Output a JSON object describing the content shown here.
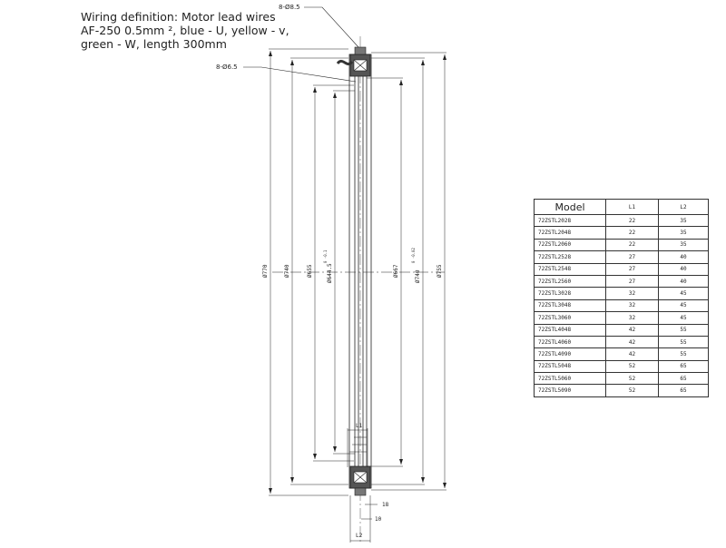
{
  "wiring_note": {
    "line1": "Wiring definition: Motor lead wires",
    "line2": "AF-250 0.5mm ², blue - U, yellow - v,",
    "line3": "green - W, length 300mm"
  },
  "callouts": {
    "hole_top": "8-Ø8.5",
    "hole_inner": "8-Ø6.5"
  },
  "dimensions": {
    "d770": "Ø770",
    "d740": "Ø740",
    "d655": "Ø655",
    "d644": "Ø644.5",
    "d644_tol": "0\n-0.1",
    "d667": "Ø667",
    "d740b": "Ø740",
    "d740b_tol": "0\n-0.02",
    "d755": "Ø755",
    "l1": "L1",
    "l2": "L2",
    "d18": "18",
    "d10": "10"
  },
  "table": {
    "headers": [
      "Model",
      "L1",
      "L2"
    ],
    "rows": [
      [
        "72ZSTL2028",
        "22",
        "35"
      ],
      [
        "72ZSTL2048",
        "22",
        "35"
      ],
      [
        "72ZSTL2060",
        "22",
        "35"
      ],
      [
        "72ZSTL2528",
        "27",
        "40"
      ],
      [
        "72ZSTL2548",
        "27",
        "40"
      ],
      [
        "72ZSTL2560",
        "27",
        "40"
      ],
      [
        "72ZSTL3028",
        "32",
        "45"
      ],
      [
        "72ZSTL3048",
        "32",
        "45"
      ],
      [
        "72ZSTL3060",
        "32",
        "45"
      ],
      [
        "72ZSTL4048",
        "42",
        "55"
      ],
      [
        "72ZSTL4060",
        "42",
        "55"
      ],
      [
        "72ZSTL4090",
        "42",
        "55"
      ],
      [
        "72ZSTL5048",
        "52",
        "65"
      ],
      [
        "72ZSTL5060",
        "52",
        "65"
      ],
      [
        "72ZSTL5090",
        "52",
        "65"
      ]
    ]
  }
}
